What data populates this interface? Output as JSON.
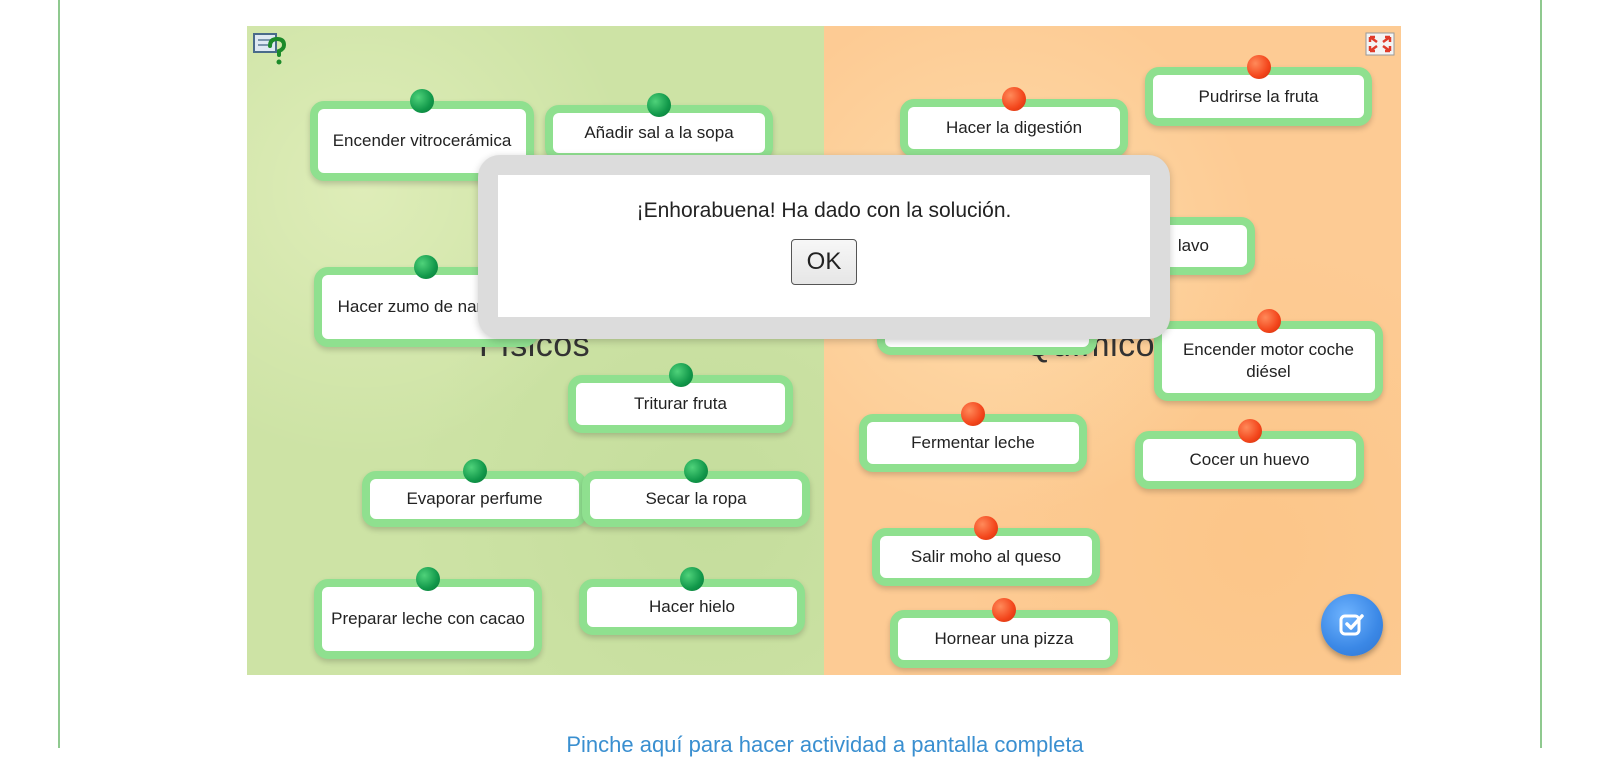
{
  "zones": {
    "left_label": "Físicos",
    "right_label": "Químicos"
  },
  "cards": {
    "encender_vitro": "Encender vitrocerámica",
    "anadir_sal": "Añadir sal a la sopa",
    "hacer_zumo": "Hacer zumo de naranja",
    "triturar_fruta": "Triturar fruta",
    "evaporar_perfume": "Evaporar perfume",
    "secar_ropa": "Secar la ropa",
    "preparar_leche": "Preparar leche con cacao",
    "hacer_hielo": "Hacer hielo",
    "hacer_digestion": "Hacer la digestión",
    "pudrirse_fruta": "Pudrirse la fruta",
    "oxidarse_clavo": "lavo",
    "encender_motor": "Encender motor coche diésel",
    "fermentar_leche": "Fermentar leche",
    "cocer_huevo": "Cocer un huevo",
    "salir_moho": "Salir moho al queso",
    "hornear_pizza": "Hornear una pizza"
  },
  "dialog": {
    "message": "¡Enhorabuena! Ha dado con la solución.",
    "ok_label": "OK"
  },
  "footer": {
    "link_text": "Pinche aquí para hacer actividad a pantalla completa"
  },
  "icons": {
    "help": "help-icon",
    "fullscreen": "fullscreen-icon",
    "check": "check-icon"
  },
  "colors": {
    "fisicos_zone": "#cde3a5",
    "quimicos_zone": "#fdcb94",
    "card_border": "#8fe08f",
    "pin_green": "#11984a",
    "pin_red": "#f3451b",
    "check_button": "#3b88e6",
    "link": "#3a8fd0"
  }
}
